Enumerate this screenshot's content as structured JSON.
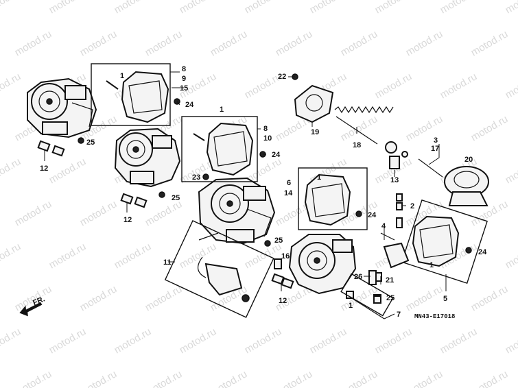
{
  "watermark": "motod.ru",
  "diagram_code": "MN43-E17018",
  "front_label": "FR.",
  "icons": {
    "front_arrow": "front-direction-arrow-icon"
  },
  "callouts": {
    "n1": "1",
    "n2": "2",
    "n3": "3",
    "n4": "4",
    "n5": "5",
    "n6": "6",
    "n7": "7",
    "n8": "8",
    "n9": "9",
    "n10": "10",
    "n11": "11",
    "n12": "12",
    "n13": "13",
    "n14": "14",
    "n15": "15",
    "n16": "16",
    "n17": "17",
    "n18": "18",
    "n19": "19",
    "n20": "20",
    "n21": "21",
    "n22": "22",
    "n23": "23",
    "n24": "24",
    "n25": "25",
    "n26": "26"
  }
}
